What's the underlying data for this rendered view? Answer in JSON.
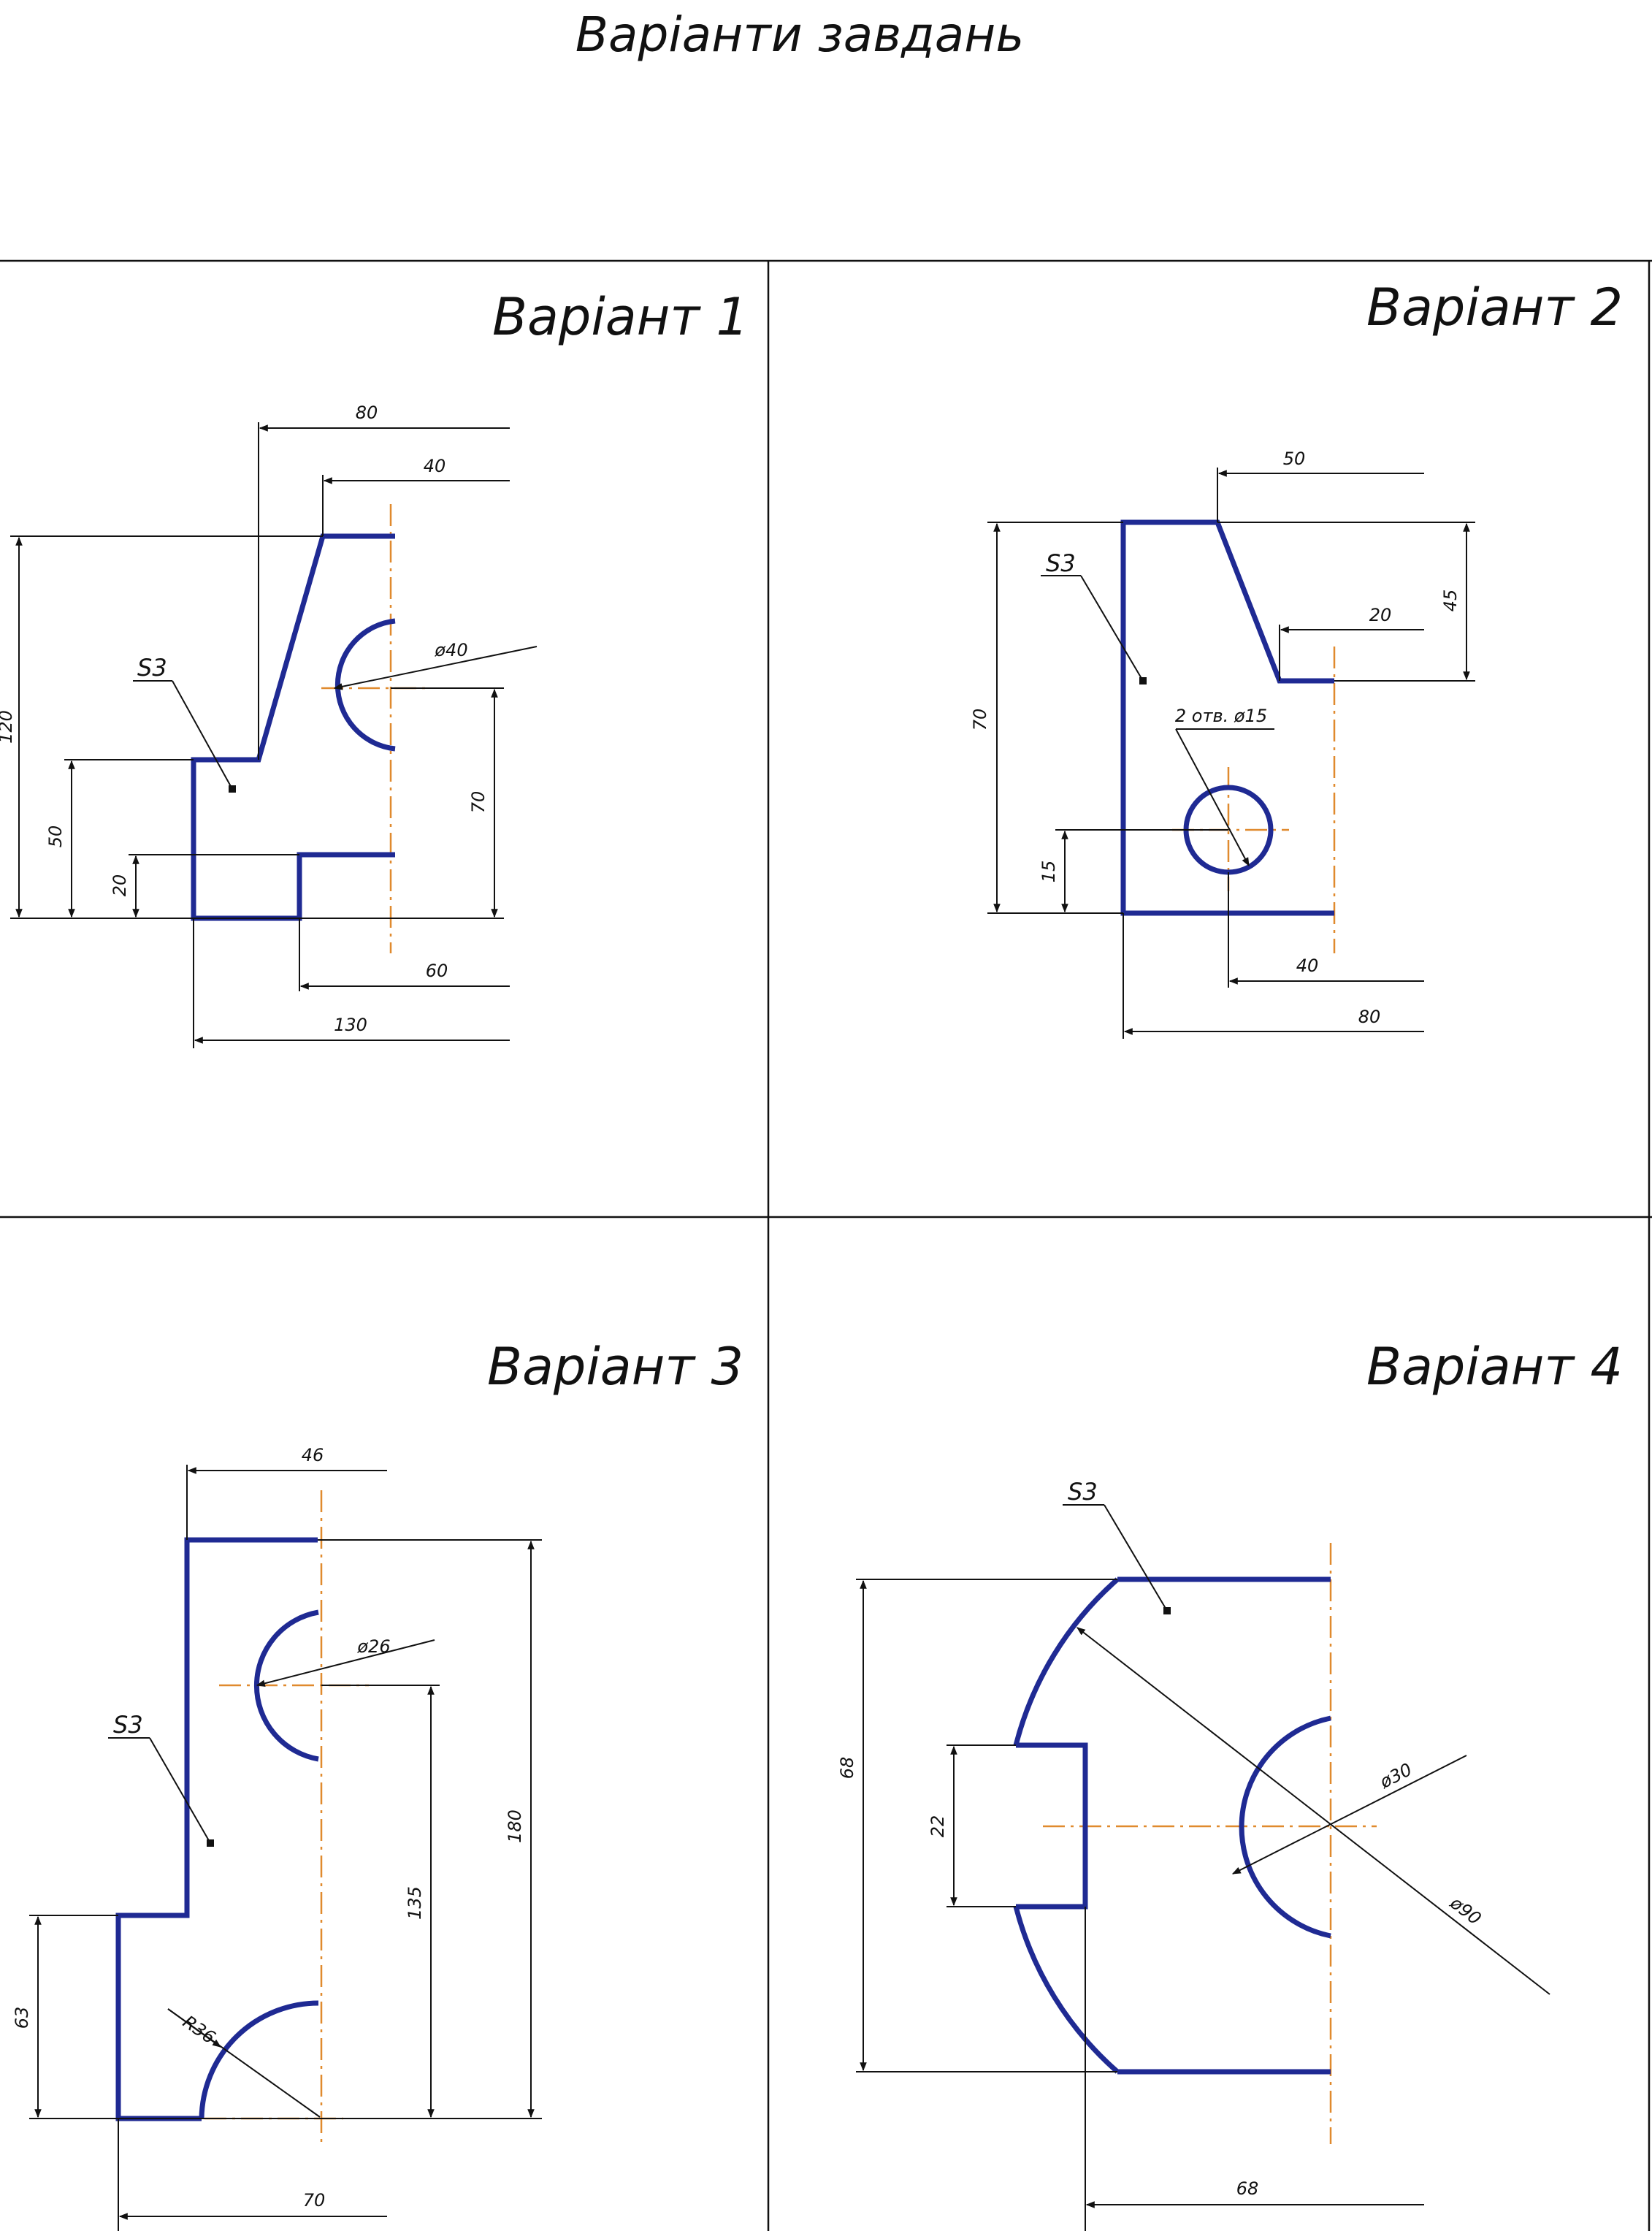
{
  "page_title": "Варіанти завдань",
  "variants": [
    {
      "title": "Варіант 1",
      "section_label": "S3",
      "dims": [
        "80",
        "40",
        "120",
        "50",
        "20",
        "ø40",
        "70",
        "60",
        "130"
      ]
    },
    {
      "title": "Варіант 2",
      "section_label": "S3",
      "dims": [
        "50",
        "20",
        "45",
        "70",
        "2 отв. ø15",
        "15",
        "40",
        "80"
      ]
    },
    {
      "title": "Варіант 3",
      "section_label": "S3",
      "dims": [
        "46",
        "ø26",
        "180",
        "135",
        "63",
        "R36",
        "70"
      ]
    },
    {
      "title": "Варіант 4",
      "section_label": "S3",
      "dims": [
        "68",
        "22",
        "ø30",
        "ø90",
        "68"
      ]
    }
  ],
  "colors": {
    "outline": "#1f2a93",
    "center_line": "#e08a2e",
    "dimension": "#111111"
  }
}
